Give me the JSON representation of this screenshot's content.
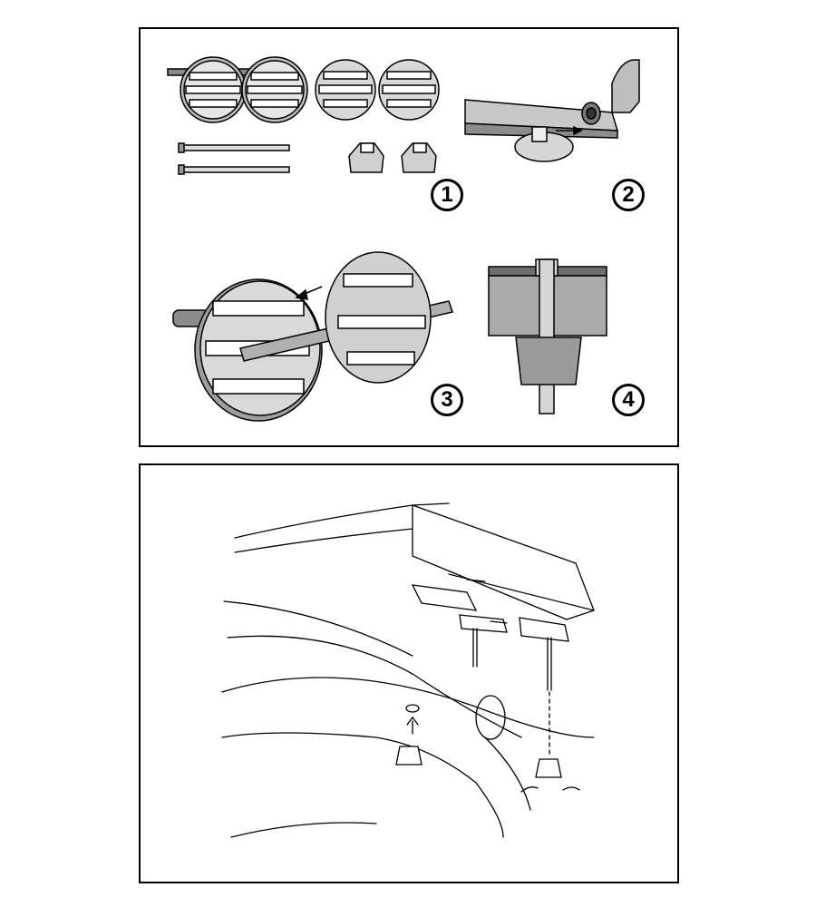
{
  "steps": [
    {
      "number": "1"
    },
    {
      "number": "2"
    },
    {
      "number": "3"
    },
    {
      "number": "4"
    }
  ],
  "colors": {
    "line": "#000000",
    "metal": "#cfcfcf",
    "gray": "#a9a9a9",
    "dark": "#6e6e6e"
  }
}
